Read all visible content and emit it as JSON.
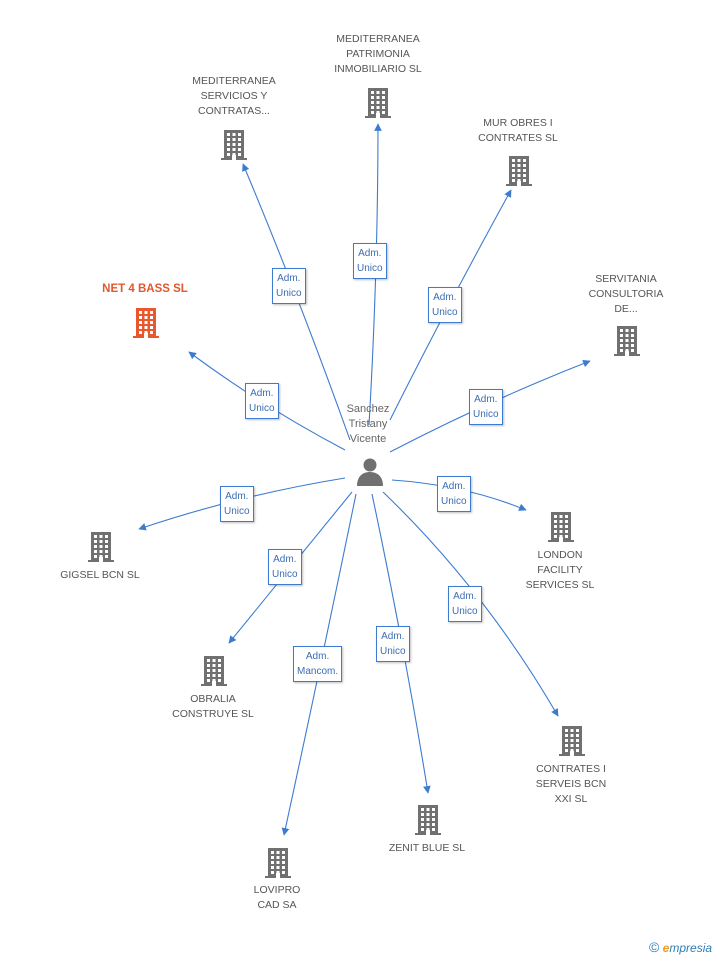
{
  "center": {
    "name": "Sanchez\nTristany\nVicente",
    "icon": "person-icon"
  },
  "colors": {
    "link": "#3d7bd1",
    "building": "#707070",
    "highlight": "#e8582c"
  },
  "companies": [
    {
      "name": "MEDITERRANEA\nSERVICIOS Y\nCONTRATAS...",
      "role": "Adm.\nUnico",
      "highlight": false
    },
    {
      "name": "MEDITERRANEA\nPATRIMONIA\nINMOBILIARIO SL",
      "role": "Adm.\nUnico",
      "highlight": false
    },
    {
      "name": "MUR OBRES I\nCONTRATES SL",
      "role": "Adm.\nUnico",
      "highlight": false
    },
    {
      "name": "NET 4 BASS SL",
      "role": "Adm.\nUnico",
      "highlight": true
    },
    {
      "name": "SERVITANIA\nCONSULTORIA\nDE...",
      "role": "Adm.\nUnico",
      "highlight": false
    },
    {
      "name": "GIGSEL BCN SL",
      "role": "Adm.\nUnico",
      "highlight": false
    },
    {
      "name": "LONDON\nFACILITY\nSERVICES  SL",
      "role": "Adm.\nUnico",
      "highlight": false
    },
    {
      "name": "OBRALIA\nCONSTRUYE SL",
      "role": "Adm.\nUnico",
      "highlight": false
    },
    {
      "name": "CONTRATES I\nSERVEIS BCN\nXXI  SL",
      "role": "Adm.\nUnico",
      "highlight": false
    },
    {
      "name": "LOVIPRO\nCAD SA",
      "role": "Adm.\nMancom.",
      "highlight": false
    },
    {
      "name": "ZENIT BLUE SL",
      "role": "Adm.\nUnico",
      "highlight": false
    }
  ],
  "footer": {
    "copyright": "©",
    "brand_first": "e",
    "brand_rest": "mpresia"
  }
}
